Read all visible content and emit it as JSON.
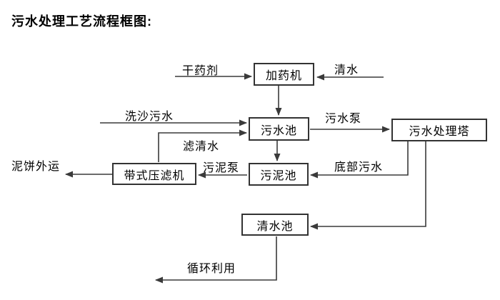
{
  "title": "污水处理工艺流程框图:",
  "nodes": {
    "dosing_machine": {
      "label": "加药机"
    },
    "sewage_pool": {
      "label": "污水池"
    },
    "treatment_tower": {
      "label": "污水处理塔"
    },
    "sludge_pool": {
      "label": "污泥池"
    },
    "belt_filter_press": {
      "label": "带式压滤机"
    },
    "clean_water_pool": {
      "label": "清水池"
    }
  },
  "flows": {
    "dry_chemical": {
      "label": "干药剂",
      "from": "外部",
      "to": "加药机"
    },
    "clean_water_in": {
      "label": "清水",
      "from": "外部",
      "to": "加药机"
    },
    "dosing_to_sewage": {
      "from": "加药机",
      "to": "污水池"
    },
    "sand_wash_sewage": {
      "label": "洗沙污水",
      "from": "外部",
      "to": "污水池"
    },
    "filtered_water": {
      "label": "滤清水",
      "from": "带式压滤机",
      "to": "污水池"
    },
    "sewage_pump": {
      "label": "污水泵",
      "from": "污水池",
      "to": "污水处理塔"
    },
    "sewage_to_sludge": {
      "from": "污水池",
      "to": "污泥池"
    },
    "sludge_pump": {
      "label": "污泥泵",
      "from": "污泥池",
      "to": "带式压滤机"
    },
    "mud_cake_out": {
      "label": "泥饼外运",
      "from": "带式压滤机",
      "to": "外运"
    },
    "bottom_sewage": {
      "label": "底部污水",
      "from": "污水处理塔",
      "to": "污泥池"
    },
    "tower_to_clean": {
      "from": "污水处理塔",
      "to": "清水池"
    },
    "recycle": {
      "label": "循环利用",
      "from": "清水池",
      "to": "循环利用"
    }
  },
  "colors": {
    "line": "#3a3a3a",
    "box_border": "#333333",
    "text": "#000000",
    "background": "#ffffff"
  }
}
